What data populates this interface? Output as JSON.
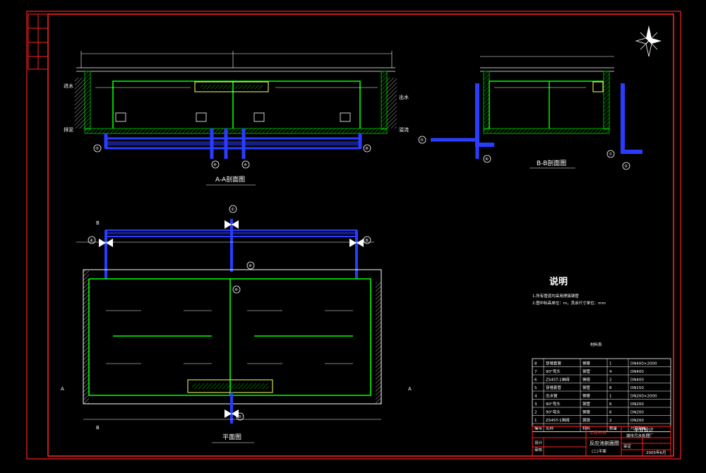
{
  "drawing": {
    "colors": {
      "background": "#000000",
      "frame": "#ff2020",
      "pipe": "#2a3cff",
      "wall_inner": "#00ff00",
      "hatch": "#00cc00",
      "annotation": "#ffffff",
      "tag": "#ffff66"
    },
    "icons": [
      "north-arrow-icon",
      "valve-icon",
      "pipe-reference-circle-icon"
    ],
    "section_a": {
      "caption": "A-A剖面图",
      "labels": [
        "进水",
        "排泥",
        "出水",
        "溢流"
      ],
      "refs": [
        "⑤",
        "⑥",
        "④",
        "⑧"
      ]
    },
    "section_b": {
      "caption": "B-B剖面图",
      "refs": [
        "⑤",
        "⑥",
        "⑦",
        "③"
      ]
    },
    "plan": {
      "caption": "平面图",
      "refs": [
        "④",
        "⑧",
        "①",
        "④",
        "⑤",
        "⑥"
      ],
      "side_labels": [
        "A",
        "A",
        "B",
        "B"
      ]
    },
    "notes": {
      "heading": "说明",
      "items": [
        "1.所有管道均采用焊接钢管",
        "2.图中标高单位：m，其余尺寸单位：mm"
      ]
    },
    "materials": {
      "caption": "材料表",
      "header": [
        "编号",
        "名称",
        "材料",
        "数量",
        "尺寸规格"
      ],
      "rows": [
        [
          "8",
          "穿墙套管",
          "钢管",
          "1",
          "DN400×2000"
        ],
        [
          "7",
          "90°弯头",
          "钢管",
          "4",
          "DN400"
        ],
        [
          "6",
          "ZS45T-1闸阀",
          "铸铁",
          "2",
          "DN400"
        ],
        [
          "5",
          "穿墙套管",
          "钢管",
          "8",
          "DN150"
        ],
        [
          "4",
          "出水管",
          "钢管",
          "1",
          "DN200×2000"
        ],
        [
          "3",
          "90°弯头",
          "钢管",
          "6",
          "DN200"
        ],
        [
          "2",
          "90°弯头",
          "钢管",
          "6",
          "DN200"
        ],
        [
          "1",
          "ZS45T-1闸阀",
          "铸铁",
          "2",
          "DN200"
        ]
      ]
    },
    "title_block": {
      "org": "工程名称",
      "project": "毕业设计",
      "project_sub": "城市污水处理厂",
      "drawing_name": "反应池剖面图",
      "drawing_sub": "(二)平面",
      "rows_left": [
        "设计",
        "审核",
        "审定"
      ],
      "date": "2005年6月"
    }
  }
}
